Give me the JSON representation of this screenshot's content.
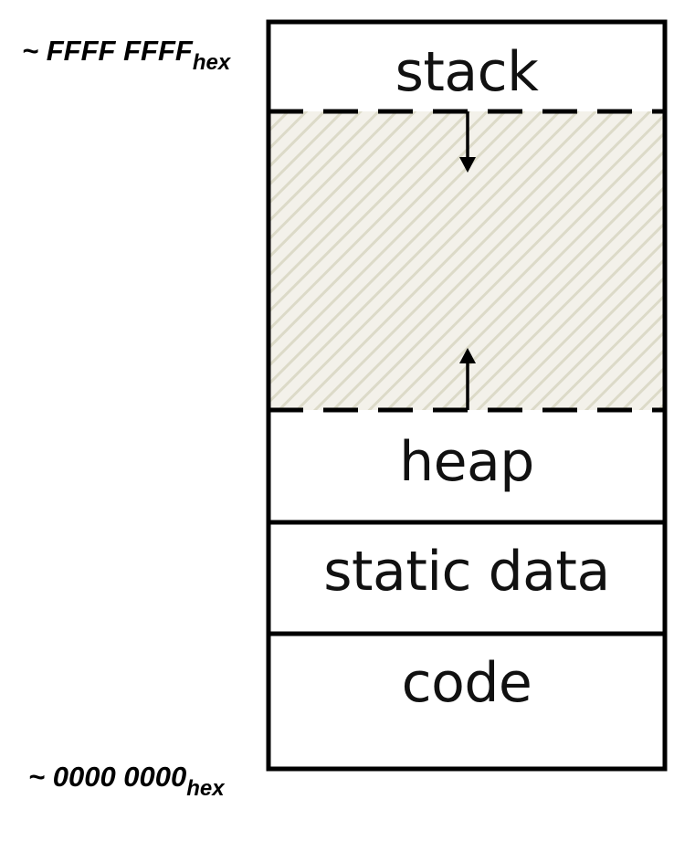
{
  "addresses": {
    "top": {
      "main": "~ FFFF FFFF",
      "sub": "hex"
    },
    "bottom": {
      "main": "~ 0000 0000",
      "sub": "hex"
    }
  },
  "segments": {
    "stack": "stack",
    "heap": "heap",
    "static_data": "static data",
    "code": "code"
  },
  "colors": {
    "outline": "#000000",
    "free_space_fill": "#f3f1ea",
    "free_space_hatch": "#dcdac8"
  },
  "arrows": {
    "stack_growth": "down",
    "heap_growth": "up"
  }
}
